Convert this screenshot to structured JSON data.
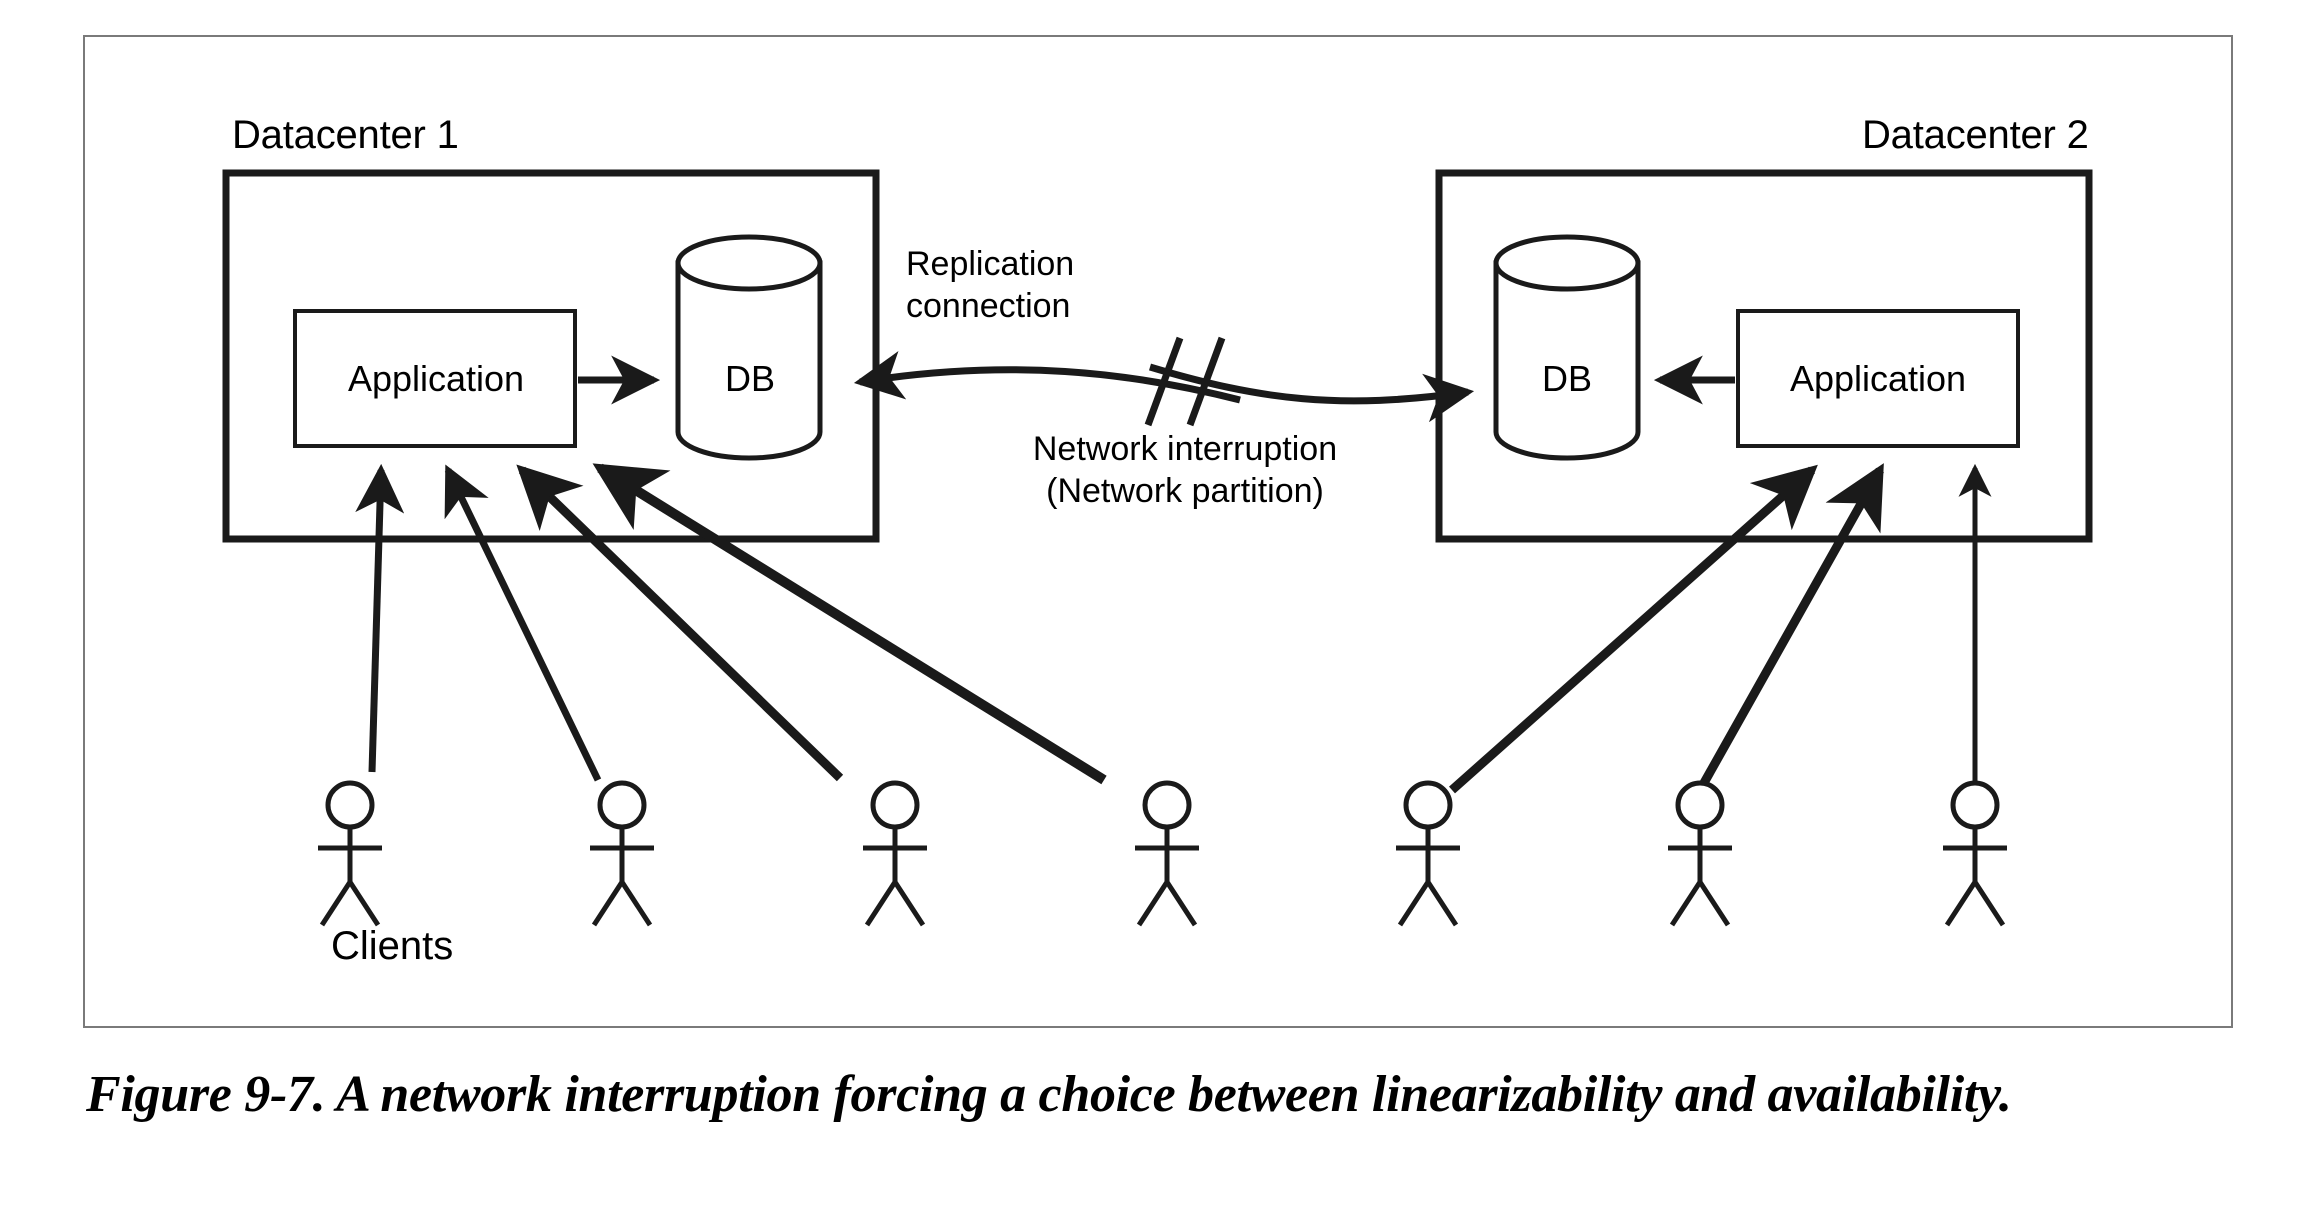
{
  "figure": {
    "caption": "Figure 9-7. A network interruption forcing a choice between linearizability and availability."
  },
  "datacenters": [
    {
      "id": "dc1",
      "label": "Datacenter 1",
      "nodes": [
        {
          "id": "app1",
          "type": "box",
          "label": "Application"
        },
        {
          "id": "db1",
          "type": "cylinder",
          "label": "DB"
        }
      ]
    },
    {
      "id": "dc2",
      "label": "Datacenter 2",
      "nodes": [
        {
          "id": "db2",
          "type": "cylinder",
          "label": "DB"
        },
        {
          "id": "app2",
          "type": "box",
          "label": "Application"
        }
      ]
    }
  ],
  "edges": {
    "replication": {
      "label_line1": "Replication",
      "label_line2": "connection"
    },
    "interruption": {
      "label_line1": "Network interruption",
      "label_line2": "(Network partition)",
      "break_symbol": "//"
    }
  },
  "clients": {
    "label": "Clients",
    "left_count": 4,
    "right_count": 3
  },
  "colors": {
    "stroke": "#1a1a1a",
    "frame": "#7a7a7a",
    "background": "#ffffff"
  }
}
